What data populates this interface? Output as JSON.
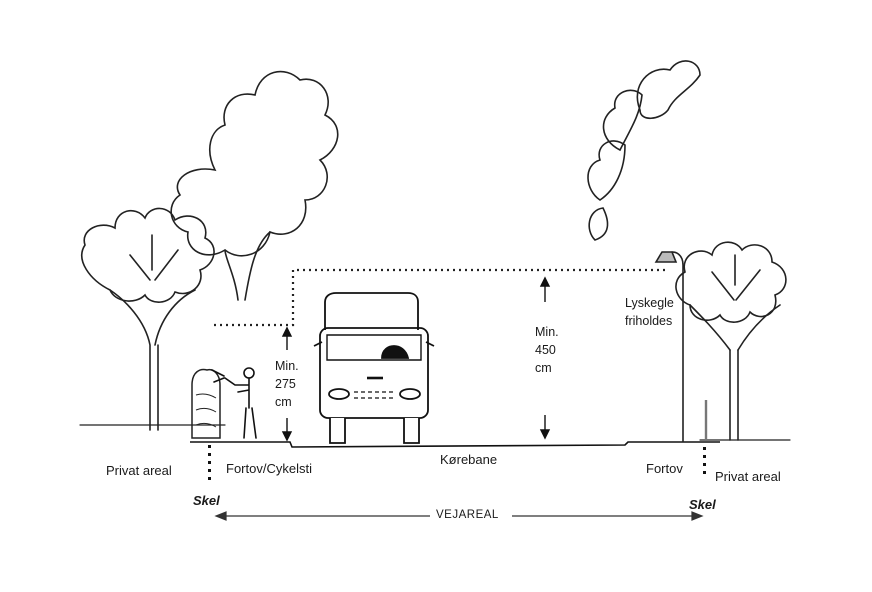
{
  "labels": {
    "privat_areal_left": "Privat areal",
    "fortov_cykelsti": "Fortov/Cykelsti",
    "korebane": "Kørebane",
    "fortov_right": "Fortov",
    "privat_areal_right": "Privat areal",
    "skel_left": "Skel",
    "skel_right": "Skel",
    "vejareal": "VEJAREAL",
    "lyskegle_line1": "Lyskegle",
    "lyskegle_line2": "friholdes"
  },
  "dimensions": {
    "left_clearance": {
      "line1": "Min.",
      "line2": "275",
      "line3": "cm"
    },
    "road_clearance": {
      "line1": "Min.",
      "line2": "450",
      "line3": "cm"
    }
  }
}
